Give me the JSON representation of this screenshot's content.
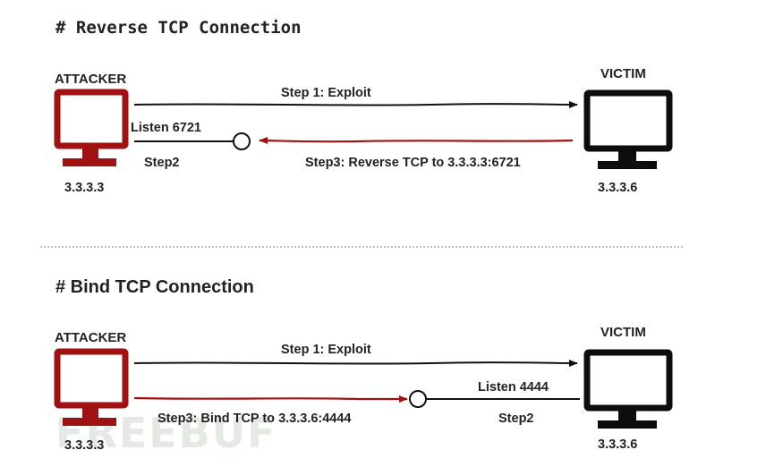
{
  "colors": {
    "attacker": "#a01212",
    "victim": "#0d0d0d",
    "arrow_dark": "#111111",
    "arrow_red": "#a01212",
    "divider": "#9a9a9a"
  },
  "icons": {
    "attacker_computer": "monitor-icon",
    "victim_computer": "monitor-icon"
  },
  "watermark": "FREEBUF",
  "reverse": {
    "title": "# Reverse TCP Connection",
    "attacker": {
      "label": "ATTACKER",
      "ip": "3.3.3.3"
    },
    "victim": {
      "label": "VICTIM",
      "ip": "3.3.3.6"
    },
    "step1": "Step 1: Exploit",
    "listen": "Listen 6721",
    "step2": "Step2",
    "step3": "Step3: Reverse TCP to 3.3.3.3:6721"
  },
  "bind": {
    "title": "# Bind TCP Connection",
    "attacker": {
      "label": "ATTACKER",
      "ip": "3.3.3.3"
    },
    "victim": {
      "label": "VICTIM",
      "ip": "3.3.3.6"
    },
    "step1": "Step 1: Exploit",
    "listen": "Listen 4444",
    "step2": "Step2",
    "step3": "Step3: Bind TCP to 3.3.3.6:4444"
  }
}
